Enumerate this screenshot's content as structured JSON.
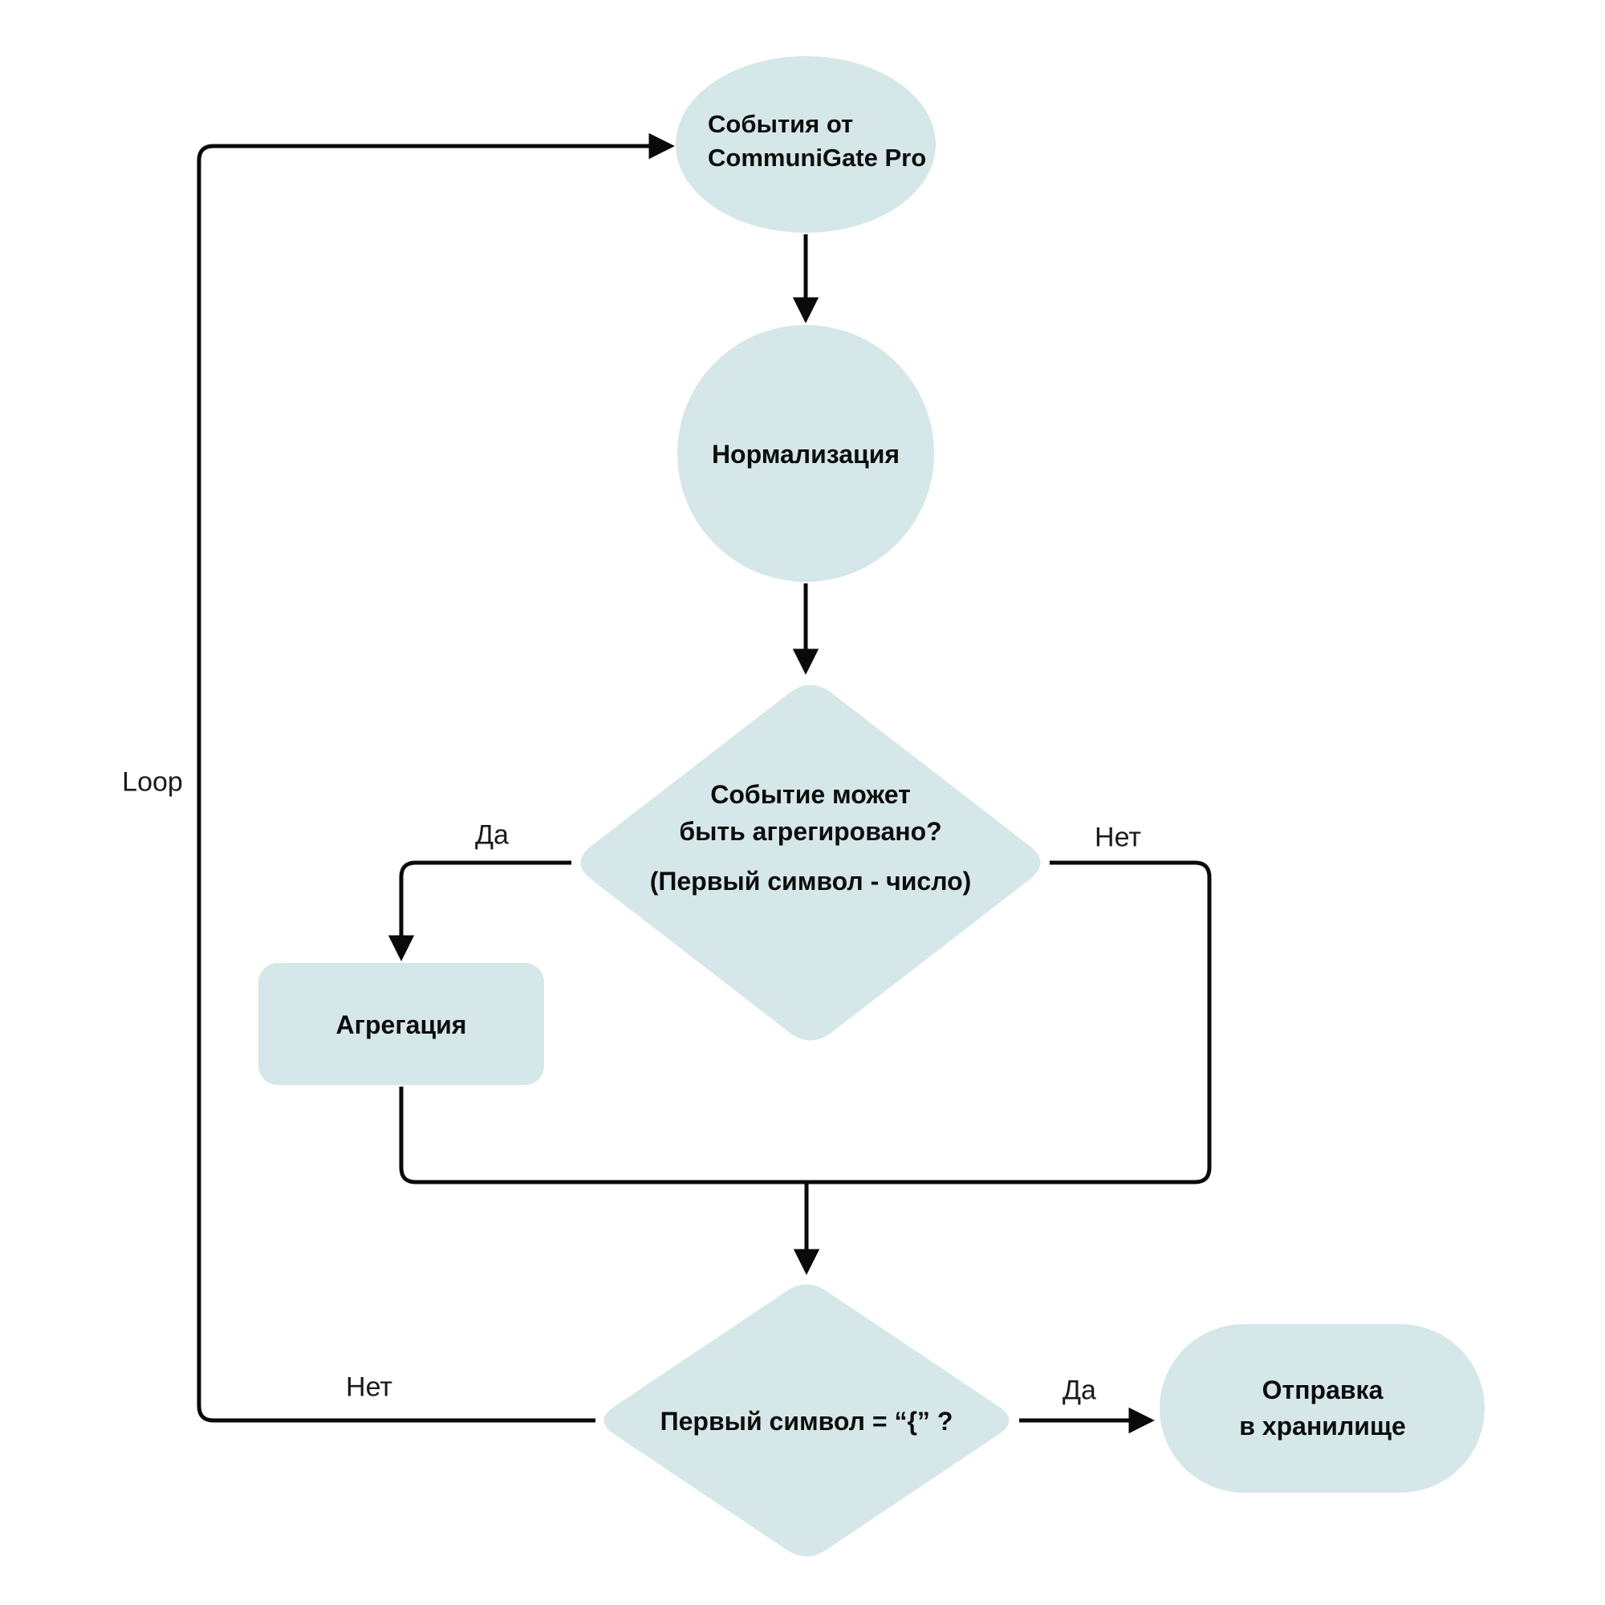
{
  "diagram": {
    "title": "",
    "colors": {
      "node_fill": "#d5e7e8",
      "connector": "#0a0a0a",
      "text": "#0d0d0d"
    },
    "nodes": {
      "start": {
        "lines": [
          "События от",
          "CommuniGate Pro"
        ]
      },
      "normalize": {
        "label": "Нормализация"
      },
      "decision1": {
        "lines": [
          "Событие может",
          "быть агрегировано?"
        ],
        "note": "(Первый символ - число)"
      },
      "aggregate": {
        "label": "Агрегация"
      },
      "decision2": {
        "label": "Первый символ = “{” ?"
      },
      "send": {
        "lines": [
          "Отправка",
          "в хранилище"
        ]
      }
    },
    "edge_labels": {
      "loop": "Loop",
      "decision1_yes": "Да",
      "decision1_no": "Нет",
      "decision2_no": "Нет",
      "decision2_yes": "Да"
    }
  }
}
